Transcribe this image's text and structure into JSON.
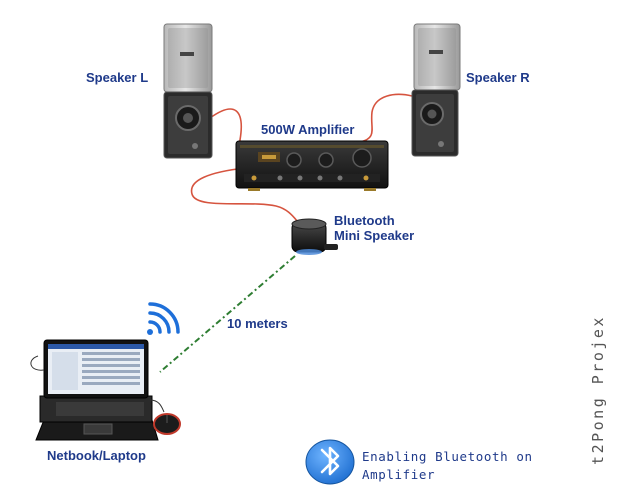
{
  "labels": {
    "speaker_left": "Speaker L",
    "speaker_right": "Speaker R",
    "amplifier": "500W Amplifier",
    "bt_line1": "Bluetooth",
    "bt_line2": "Mini Speaker",
    "distance": "10 meters",
    "laptop": "Netbook/Laptop"
  },
  "caption": "Enabling Bluetooth on Amplifier",
  "watermark": "t2Pong Projex",
  "colors": {
    "label_text": "#1f3a8a",
    "cable": "#d6543f",
    "wireless_link": "#2e7d32",
    "bluetooth_badge": "#1f6fd1",
    "wifi_signal": "#1e6fd9"
  },
  "icons": {
    "wireless": "wifi-signal-icon",
    "bluetooth": "bluetooth-icon"
  }
}
